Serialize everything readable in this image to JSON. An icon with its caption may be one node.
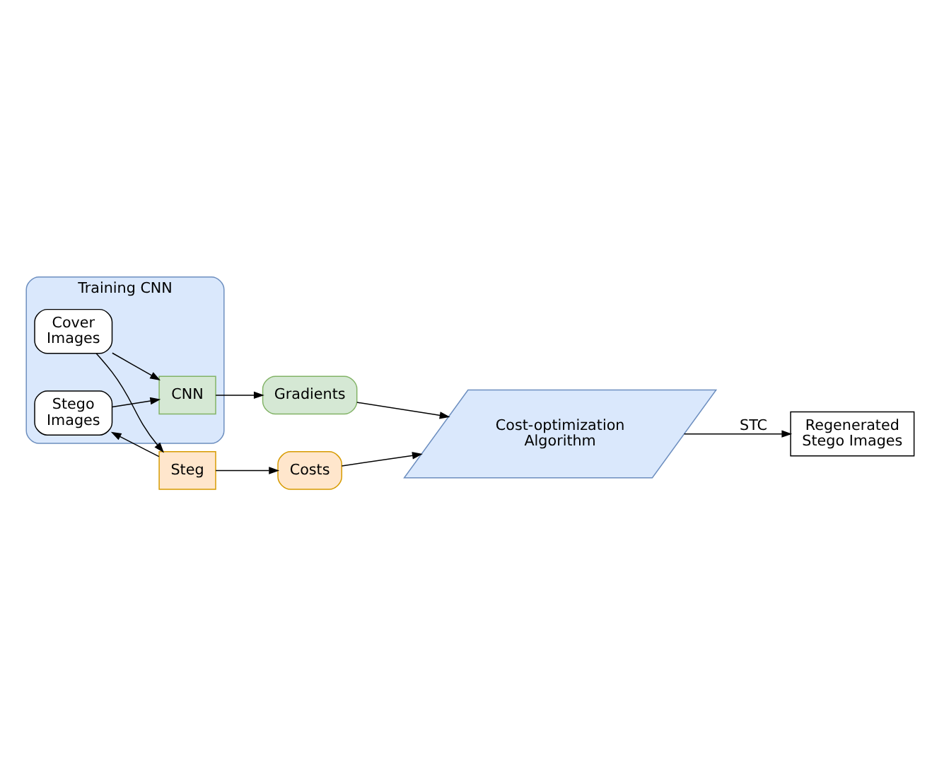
{
  "diagram": {
    "nodes": [
      {
        "text": [
          "Training CNN"
        ]
      },
      {
        "text": [
          "Cover Images"
        ],
        "in": 0
      },
      {
        "text": [
          "CNN"
        ],
        "in": 0
      },
      {
        "text": [
          "Stego Images"
        ],
        "in": 0
      },
      {
        "text": [
          "Steg"
        ]
      },
      {
        "text": [
          "Gradients"
        ]
      },
      {
        "text": [
          "Costs"
        ]
      },
      {
        "text": [
          "Cost-optimization Algorithm"
        ]
      },
      {
        "text": [
          "Regenerated Stego Images"
        ]
      }
    ],
    "edges": [
      {
        "from": 1,
        "to": 2,
        "arrow": "to"
      },
      {
        "from": 1,
        "to": 4,
        "arrow": "to"
      },
      {
        "from": 2,
        "to": 5,
        "arrow": "to"
      },
      {
        "from": 4,
        "to": 3,
        "arrow": "to"
      },
      {
        "from": 3,
        "to": 2,
        "arrow": "to"
      },
      {
        "from": 4,
        "to": 6,
        "arrow": "to"
      },
      {
        "from": 5,
        "to": 7,
        "arrow": "to"
      },
      {
        "from": 6,
        "to": 7,
        "arrow": "to"
      },
      {
        "from": 7,
        "to": 8,
        "arrow": "to",
        "label": "STC"
      }
    ]
  }
}
